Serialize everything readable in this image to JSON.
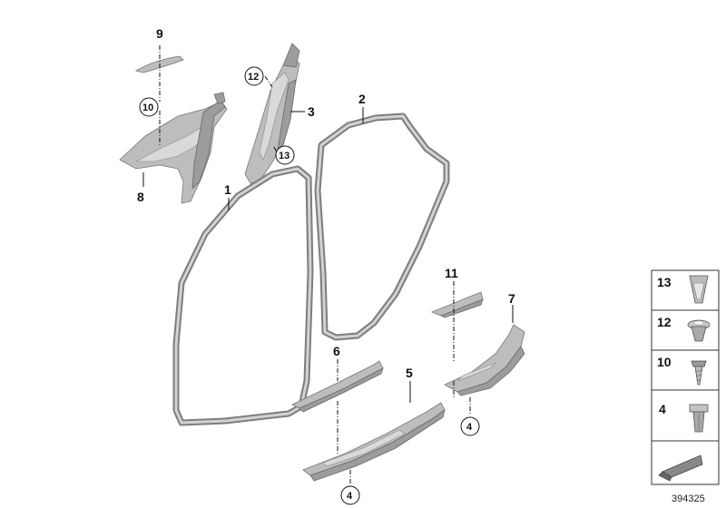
{
  "diagram": {
    "doc_number": "394325",
    "callouts": {
      "p1": "1",
      "p2": "2",
      "p3": "3",
      "p4a": "4",
      "p4b": "4",
      "p5": "5",
      "p6": "6",
      "p7": "7",
      "p8": "8",
      "p9": "9",
      "p10c": "10",
      "p11": "11",
      "p12c": "12",
      "p13c": "13"
    },
    "legend": {
      "items": [
        "13",
        "12",
        "10",
        "4"
      ]
    }
  }
}
